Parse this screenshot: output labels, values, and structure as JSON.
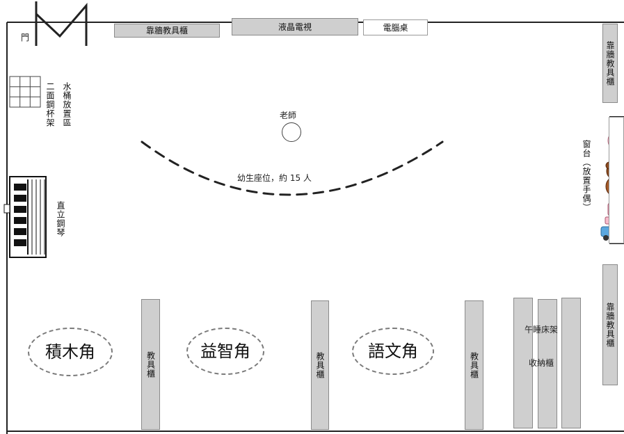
{
  "labels": {
    "door": "門",
    "wall_shelf_top": "靠牆教具櫃",
    "tv": "液晶電視",
    "computer_desk": "電腦桌",
    "wall_shelf_right_top": "靠牆教具櫃",
    "window_sill": "窗台（放置手偶）",
    "wall_shelf_right_bottom": "靠牆教具櫃",
    "drying_rack_line1": "二面鋼杯架",
    "drying_rack_line2": "水桶放置區",
    "piano": "直立鋼琴",
    "teacher": "老師",
    "seating": "幼生座位，約 15 人",
    "shelf_1": "教具櫃",
    "shelf_2": "教具櫃",
    "shelf_3": "教具櫃",
    "nap_storage_line1": "午睡床架",
    "nap_storage_line2": "收納櫃"
  },
  "zones": [
    {
      "label": "積木角"
    },
    {
      "label": "益智角"
    },
    {
      "label": "語文角"
    }
  ],
  "icons": {
    "door": "door-icon",
    "piano": "piano-icon",
    "window_toys": "toy-figures-icon"
  },
  "colors": {
    "shelf_fill": "#cfcfcf",
    "shelf_border": "#8a8a8a",
    "zone_dash": "#7a7a7a",
    "outline": "#222222"
  }
}
